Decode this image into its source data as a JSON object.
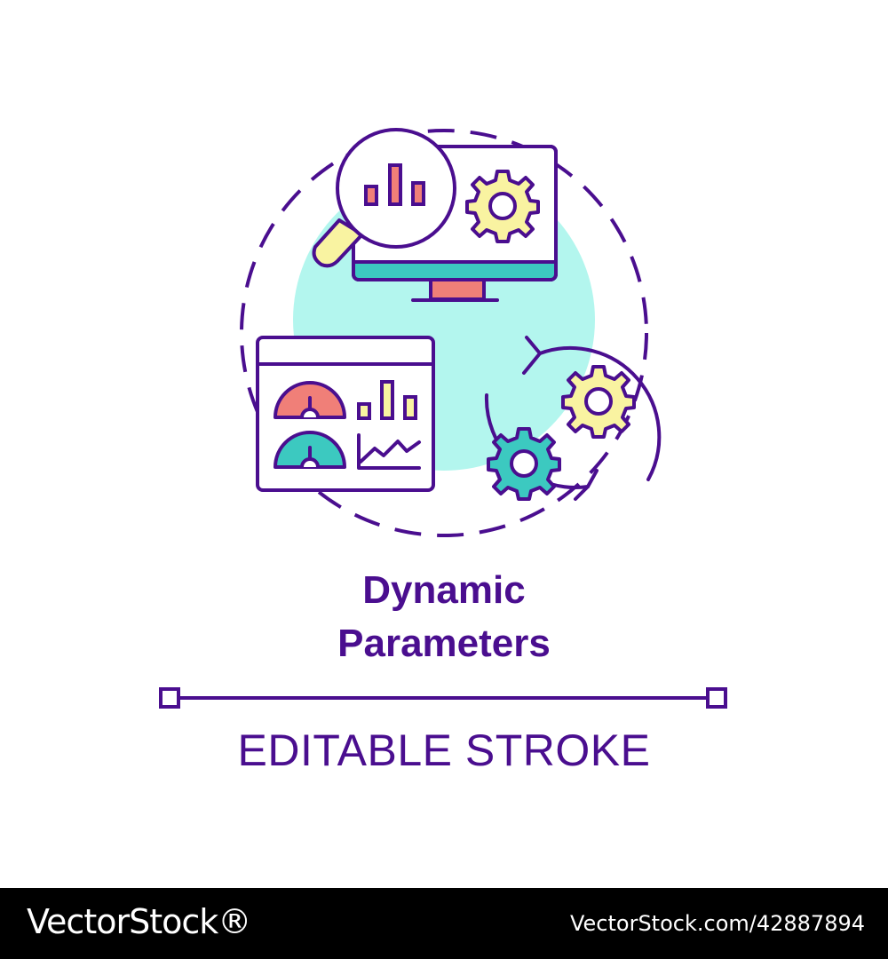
{
  "title": {
    "line1": "Dynamic",
    "line2": "Parameters"
  },
  "caption": "EDITABLE STROKE",
  "footer": {
    "brand": "VectorStock®",
    "image_id": "VectorStock.com/42887894"
  },
  "colors": {
    "stroke": "#4a0e8f",
    "mint": "#b3f6ee",
    "coral": "#f07f78",
    "teal": "#3cc9c0",
    "yellow": "#f9f3a1",
    "footer_bg": "#000000",
    "footer_text": "#ffffff"
  },
  "icons": [
    "magnifier-icon",
    "bar-chart-icon",
    "monitor-icon",
    "gear-icon",
    "dashboard-icon",
    "gauge-icon",
    "line-chart-icon",
    "sync-arrows-icon"
  ]
}
